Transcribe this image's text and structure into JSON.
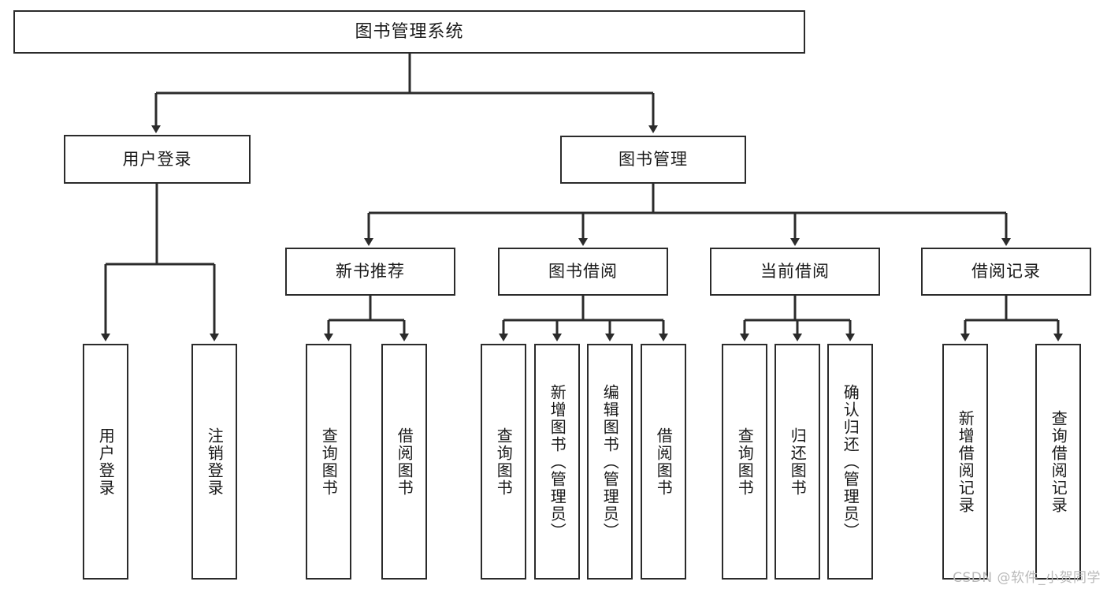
{
  "diagram": {
    "type": "tree-hierarchy",
    "title": "图书管理系统",
    "root": {
      "label": "图书管理系统"
    },
    "level1": [
      {
        "label": "用户登录"
      },
      {
        "label": "图书管理"
      }
    ],
    "level2": [
      {
        "label": "新书推荐"
      },
      {
        "label": "图书借阅"
      },
      {
        "label": "当前借阅"
      },
      {
        "label": "借阅记录"
      }
    ],
    "leaves": {
      "user_login": [
        {
          "label": "用户登录"
        },
        {
          "label": "注销登录"
        }
      ],
      "new_book_recommend": [
        {
          "label": "查询图书"
        },
        {
          "label": "借阅图书"
        }
      ],
      "book_borrow": [
        {
          "label": "查询图书"
        },
        {
          "label": "新增图书（管理员）"
        },
        {
          "label": "编辑图书（管理员）"
        },
        {
          "label": "借阅图书"
        }
      ],
      "current_borrow": [
        {
          "label": "查询图书"
        },
        {
          "label": "归还图书"
        },
        {
          "label": "确认归还（管理员）"
        }
      ],
      "borrow_records": [
        {
          "label": "新增借阅记录"
        },
        {
          "label": "查询借阅记录"
        }
      ]
    }
  },
  "watermark": {
    "text": "CSDN @软件_小贺同学"
  },
  "colors": {
    "stroke": "#2b2b2b",
    "fill": "#ffffff",
    "text": "#1a1a1a",
    "watermark": "#b9b9b9"
  }
}
